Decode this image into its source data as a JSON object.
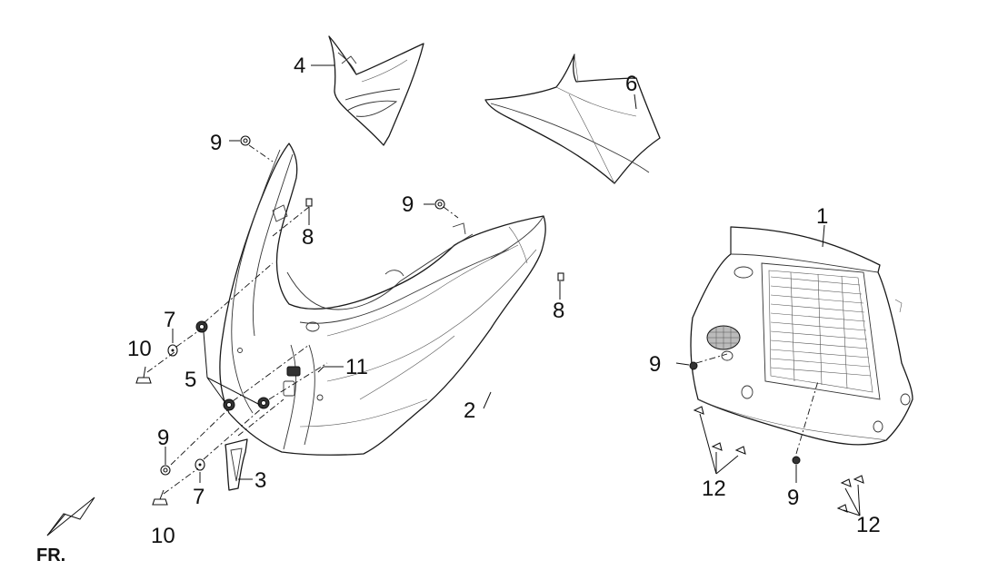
{
  "diagram": {
    "parts": [
      {
        "id": "front-grille-cover",
        "callout": "1"
      },
      {
        "id": "front-cover",
        "callout": "2"
      },
      {
        "id": "small-vent-piece",
        "callout": "3"
      },
      {
        "id": "upper-inner-panel",
        "callout": "4"
      },
      {
        "id": "clip-nut",
        "callout": "5"
      },
      {
        "id": "upper-right-panel",
        "callout": "6"
      },
      {
        "id": "washer",
        "callout": "7"
      },
      {
        "id": "retainer-clip",
        "callout": "8"
      },
      {
        "id": "push-rivet",
        "callout": "9"
      },
      {
        "id": "screw",
        "callout": "10"
      },
      {
        "id": "hook-clip",
        "callout": "11"
      },
      {
        "id": "tapping-screw",
        "callout": "12"
      }
    ],
    "labels": {
      "c1": "1",
      "c2": "2",
      "c3": "3",
      "c4": "4",
      "c5": "5",
      "c6": "6",
      "c7a": "7",
      "c7b": "7",
      "c8a": "8",
      "c8b": "8",
      "c9a": "9",
      "c9b": "9",
      "c9c": "9",
      "c9d": "9",
      "c9e": "9",
      "c10a": "10",
      "c10b": "10",
      "c11": "11",
      "c12a": "12",
      "c12b": "12"
    },
    "orientation": {
      "label": "FR.",
      "icon": "front-direction-arrow-icon"
    }
  }
}
